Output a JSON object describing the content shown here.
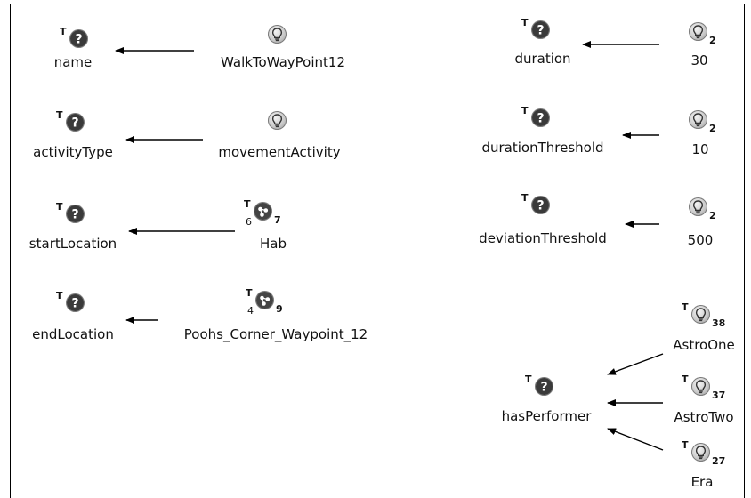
{
  "diagram": {
    "nodes": [
      {
        "id": "name",
        "label": "name",
        "icon": "question-icon",
        "t": "T",
        "count": "",
        "lcount": ""
      },
      {
        "id": "walk",
        "label": "WalkToWayPoint12",
        "icon": "lightbulb-icon",
        "t": "",
        "count": "",
        "lcount": ""
      },
      {
        "id": "activityType",
        "label": "activityType",
        "icon": "question-icon",
        "t": "T",
        "count": "",
        "lcount": ""
      },
      {
        "id": "movementActivity",
        "label": "movementActivity",
        "icon": "lightbulb-icon",
        "t": "",
        "count": "",
        "lcount": ""
      },
      {
        "id": "startLocation",
        "label": "startLocation",
        "icon": "question-icon",
        "t": "T",
        "count": "",
        "lcount": ""
      },
      {
        "id": "hab",
        "label": "Hab",
        "icon": "class-icon",
        "t": "T",
        "count": "7",
        "lcount": "6"
      },
      {
        "id": "endLocation",
        "label": "endLocation",
        "icon": "question-icon",
        "t": "T",
        "count": "",
        "lcount": ""
      },
      {
        "id": "poohs",
        "label": "Poohs_Corner_Waypoint_12",
        "icon": "class-icon",
        "t": "T",
        "count": "9",
        "lcount": "4"
      },
      {
        "id": "duration",
        "label": "duration",
        "icon": "question-icon",
        "t": "T",
        "count": "",
        "lcount": ""
      },
      {
        "id": "v30",
        "label": "30",
        "icon": "lightbulb-icon",
        "t": "",
        "count": "2",
        "lcount": ""
      },
      {
        "id": "durationThreshold",
        "label": "durationThreshold",
        "icon": "question-icon",
        "t": "T",
        "count": "",
        "lcount": ""
      },
      {
        "id": "v10",
        "label": "10",
        "icon": "lightbulb-icon",
        "t": "",
        "count": "2",
        "lcount": ""
      },
      {
        "id": "deviationThreshold",
        "label": "deviationThreshold",
        "icon": "question-icon",
        "t": "T",
        "count": "",
        "lcount": ""
      },
      {
        "id": "v500",
        "label": "500",
        "icon": "lightbulb-icon",
        "t": "",
        "count": "2",
        "lcount": ""
      },
      {
        "id": "hasPerformer",
        "label": "hasPerformer",
        "icon": "question-icon",
        "t": "T",
        "count": "",
        "lcount": ""
      },
      {
        "id": "astroOne",
        "label": "AstroOne",
        "icon": "lightbulb-icon",
        "t": "T",
        "count": "38",
        "lcount": ""
      },
      {
        "id": "astroTwo",
        "label": "AstroTwo",
        "icon": "lightbulb-icon",
        "t": "T",
        "count": "37",
        "lcount": ""
      },
      {
        "id": "era",
        "label": "Era",
        "icon": "lightbulb-icon",
        "t": "T",
        "count": "27",
        "lcount": ""
      }
    ],
    "edges": [
      {
        "from": "walk",
        "to": "name"
      },
      {
        "from": "movementActivity",
        "to": "activityType"
      },
      {
        "from": "hab",
        "to": "startLocation"
      },
      {
        "from": "poohs",
        "to": "endLocation"
      },
      {
        "from": "v30",
        "to": "duration"
      },
      {
        "from": "v10",
        "to": "durationThreshold"
      },
      {
        "from": "v500",
        "to": "deviationThreshold"
      },
      {
        "from": "astroOne",
        "to": "hasPerformer"
      },
      {
        "from": "astroTwo",
        "to": "hasPerformer"
      },
      {
        "from": "era",
        "to": "hasPerformer"
      }
    ]
  }
}
